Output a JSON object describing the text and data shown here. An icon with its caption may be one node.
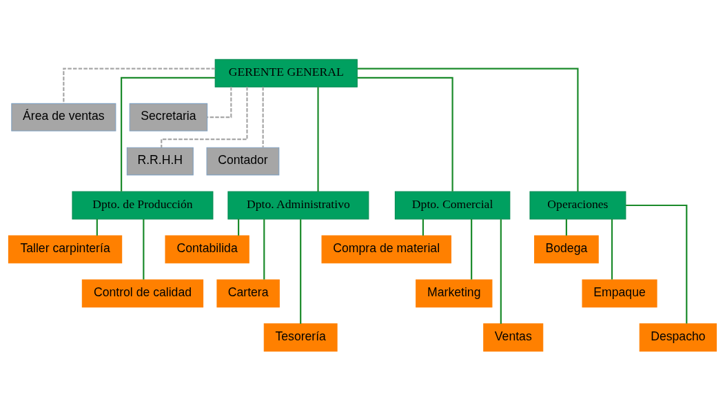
{
  "diagram": {
    "nodes": [
      {
        "text": [
          "GERENTE GENERAL"
        ]
      },
      {
        "text": [
          "Área de ventas"
        ]
      },
      {
        "text": [
          "Secretaria"
        ]
      },
      {
        "text": [
          "R.R.H.H"
        ]
      },
      {
        "text": [
          "Contador"
        ]
      },
      {
        "text": [
          "Dpto. de Producción"
        ]
      },
      {
        "text": [
          "Dpto. Administrativo"
        ]
      },
      {
        "text": [
          "Dpto. Comercial"
        ]
      },
      {
        "text": [
          "Operaciones"
        ]
      },
      {
        "text": [
          "Taller carpintería"
        ]
      },
      {
        "text": [
          "Control de calidad"
        ]
      },
      {
        "text": [
          "Contabilida"
        ]
      },
      {
        "text": [
          "Cartera"
        ]
      },
      {
        "text": [
          "Tesorería"
        ]
      },
      {
        "text": [
          "Compra de material"
        ]
      },
      {
        "text": [
          "Marketing"
        ]
      },
      {
        "text": [
          "Ventas"
        ]
      },
      {
        "text": [
          "Bodega"
        ]
      },
      {
        "text": [
          "Empaque"
        ]
      },
      {
        "text": [
          "Despacho"
        ]
      }
    ],
    "edges": [
      {
        "from": 0,
        "to": 1,
        "arrow": "none",
        "style": "dashed",
        "color": "#a6a6a6"
      },
      {
        "from": 0,
        "to": 2,
        "arrow": "none",
        "style": "dashed",
        "color": "#a6a6a6"
      },
      {
        "from": 0,
        "to": 3,
        "arrow": "none",
        "style": "dashed",
        "color": "#a6a6a6"
      },
      {
        "from": 0,
        "to": 4,
        "arrow": "none",
        "style": "dashed",
        "color": "#a6a6a6"
      },
      {
        "from": 0,
        "to": 5,
        "arrow": "none"
      },
      {
        "from": 0,
        "to": 6,
        "arrow": "none"
      },
      {
        "from": 0,
        "to": 7,
        "arrow": "none"
      },
      {
        "from": 0,
        "to": 8,
        "arrow": "none"
      },
      {
        "from": 5,
        "to": 9,
        "arrow": "none"
      },
      {
        "from": 5,
        "to": 10,
        "arrow": "none"
      },
      {
        "from": 6,
        "to": 11,
        "arrow": "none"
      },
      {
        "from": 6,
        "to": 12,
        "arrow": "none"
      },
      {
        "from": 6,
        "to": 13,
        "arrow": "none"
      },
      {
        "from": 7,
        "to": 14,
        "arrow": "none"
      },
      {
        "from": 7,
        "to": 15,
        "arrow": "none"
      },
      {
        "from": 7,
        "to": 16,
        "arrow": "none"
      },
      {
        "from": 8,
        "to": 17,
        "arrow": "none"
      },
      {
        "from": 8,
        "to": 18,
        "arrow": "none"
      },
      {
        "from": 8,
        "to": 19,
        "arrow": "none"
      }
    ]
  }
}
